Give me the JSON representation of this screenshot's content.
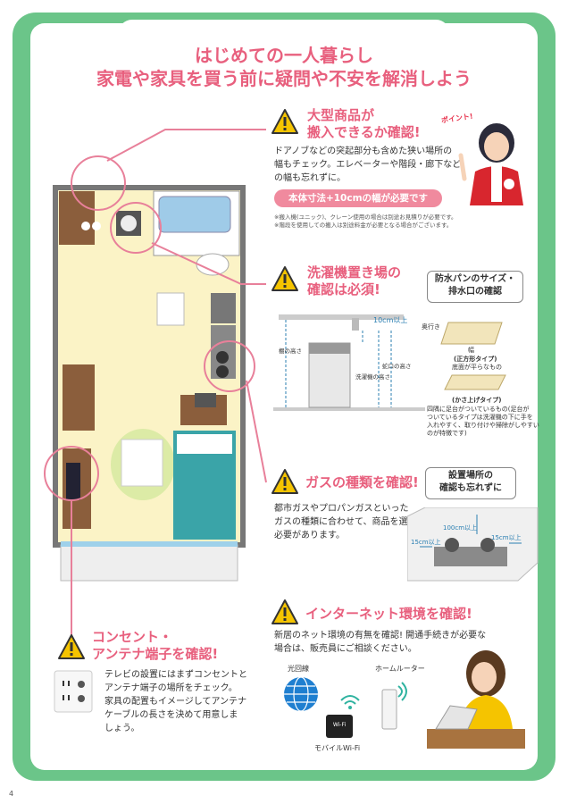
{
  "title": {
    "line1": "はじめての一人暮らし",
    "line2": "家電や家具を買う前に疑問や不安を解消しよう"
  },
  "point_badge": "ポイント!",
  "sections": {
    "large_items": {
      "heading1": "大型商品が",
      "heading2": "搬入できるか確認!",
      "body1": "ドアノブなどの突起部分も含めた狭い場所の",
      "body2": "幅もチェック。エレベーターや階段・廊下など",
      "body3": "の幅も忘れずに。",
      "pill": "本体寸法+10cmの幅が必要です",
      "note1": "※搬入機(ユニック)、クレーン使用の場合は別途お見積りが必要です。",
      "note2": "※階段を使用しての搬入は別途料金が必要となる場合がございます。"
    },
    "washer": {
      "heading1": "洗濯機置き場の",
      "heading2": "確認は必須!",
      "box1": "防水パンのサイズ・",
      "box2": "排水口の確認",
      "label_10cm": "10cm以上",
      "label_depth": "奥行き",
      "label_width": "幅",
      "label_shelf": "棚の高さ",
      "label_faucet": "蛇口の高さ",
      "label_washer": "洗濯機の高さ",
      "square1": "(正方形タイプ)",
      "square2": "底面が平らなもの",
      "raised": "(かさ上げタイプ)",
      "desc1": "四隅に足台がついているもの(足台が",
      "desc2": "ついているタイプは洗濯機の下に手を",
      "desc3": "入れやすく、取り付けや掃除がしやすい",
      "desc4": "のが特徴です)"
    },
    "gas": {
      "heading": "ガスの種類を確認!",
      "body1": "都市ガスやプロパンガスといった",
      "body2": "ガスの種類に合わせて、商品を選ぶ",
      "body3": "必要があります。",
      "box1": "設置場所の",
      "box2": "確認も忘れずに",
      "label_100": "100cm以上",
      "label_15a": "15cm以上",
      "label_15b": "15cm以上"
    },
    "internet": {
      "heading": "インターネット環境を確認!",
      "body1": "新居のネット環境の有無を確認! 開通手続きが必要な",
      "body2": "場合は、販売員にご相談ください。",
      "fiber": "光回線",
      "router": "ホームルーター",
      "wifi_label": "Wi-Fi",
      "mobile": "モバイルWi-Fi"
    },
    "outlet": {
      "heading1": "コンセント・",
      "heading2": "アンテナ端子を確認!",
      "body1": "テレビの設置にはまずコンセントと",
      "body2": "アンテナ端子の場所をチェック。",
      "body3": "家具の配置もイメージしてアンテナ",
      "body4": "ケーブルの長さを決めて用意しま",
      "body5": "しょう。"
    }
  },
  "page_number": "4",
  "colors": {
    "frame": "#6bc589",
    "accent": "#e8607e",
    "pill": "#f08a9e",
    "warning": "#f5c400"
  },
  "icons": [
    "warning-icon",
    "globe-icon",
    "wifi-icon",
    "router-icon"
  ]
}
